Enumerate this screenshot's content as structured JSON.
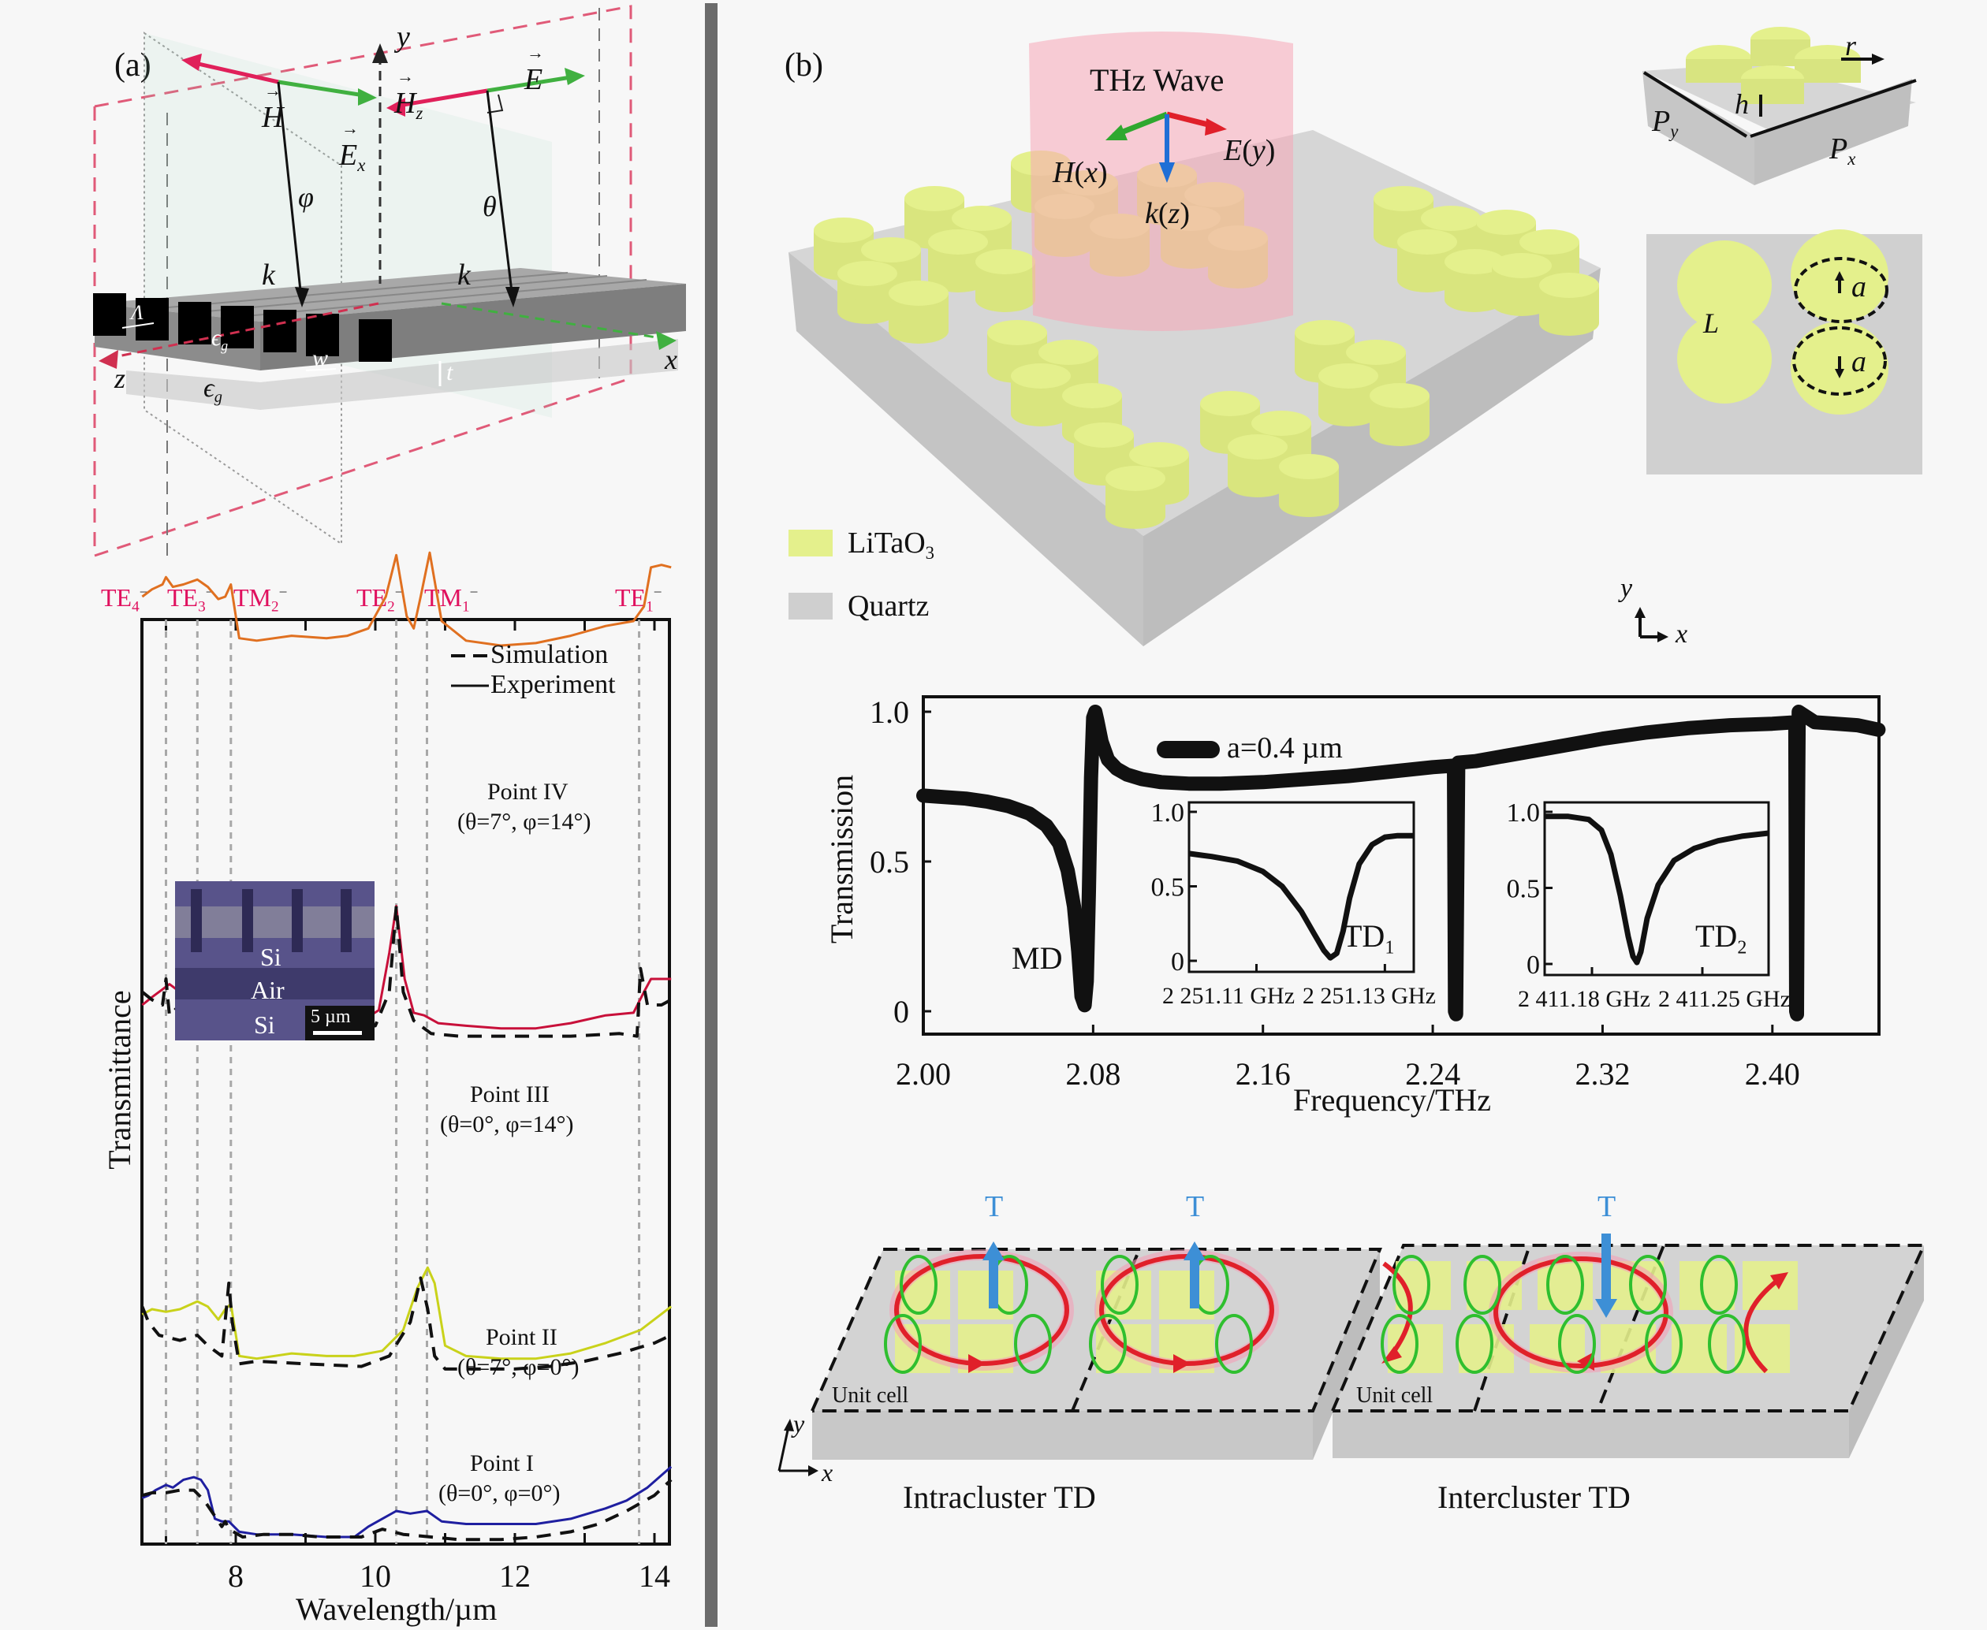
{
  "panel_a": {
    "label": "(a)",
    "schematic": {
      "axis_y": "y",
      "axis_x": "x",
      "axis_z": "z",
      "H": "H",
      "Hz": "H",
      "Hz_sub": "z",
      "E": "E",
      "Ex": "E",
      "Ex_sub": "x",
      "phi": "φ",
      "theta": "θ",
      "k1": "k",
      "k2": "k",
      "Lambda": "Λ",
      "eps_g": "ϵ",
      "eps_g_sub": "g",
      "eps_g2": "ϵ",
      "eps_g2_sub": "g",
      "w": "w",
      "t": "t"
    },
    "mode_labels": [
      {
        "base": "TE",
        "sub": "4",
        "sup": "−",
        "wavelength": 7.0
      },
      {
        "base": "TE",
        "sub": "3",
        "sup": "−",
        "wavelength": 7.45
      },
      {
        "base": "TM",
        "sub": "2",
        "sup": "−",
        "wavelength": 7.93
      },
      {
        "base": "TE",
        "sub": "2",
        "sup": "−",
        "wavelength": 10.3
      },
      {
        "base": "TM",
        "sub": "1",
        "sup": "−",
        "wavelength": 10.74
      },
      {
        "base": "TE",
        "sub": "1",
        "sup": "−",
        "wavelength": 13.78
      }
    ],
    "legend": {
      "simulation": "Simulation",
      "experiment": "Experiment"
    },
    "sem_inset": {
      "si_top": "Si",
      "air": "Air",
      "si_bottom": "Si",
      "scale_bar": "5 µm"
    },
    "colors": {
      "mode_label": "#e0115f",
      "te_highlight": "#fde3ec"
    }
  },
  "chart_data": [
    {
      "type": "line",
      "title": "",
      "xlabel": "Wavelength/µm",
      "ylabel": "Transmittance",
      "xlim": [
        6.66,
        14.24
      ],
      "xticks": [
        8,
        10,
        12,
        14
      ],
      "xtick_labels": [
        "8",
        "10",
        "12",
        "14"
      ],
      "minor_xticks": [
        7,
        9,
        11,
        13
      ],
      "ylim": [
        0,
        1
      ],
      "grid": false,
      "legend_position": "top-right",
      "series": [
        {
          "name": "Point IV",
          "condition": "(θ=7°, φ=14°)",
          "kind": "experiment",
          "color": "#444444",
          "accent": "#e07020",
          "x": [
            6.66,
            6.8,
            6.95,
            7.0,
            7.1,
            7.25,
            7.45,
            7.6,
            7.75,
            7.85,
            7.93,
            8.05,
            8.3,
            8.8,
            9.3,
            9.6,
            9.9,
            10.15,
            10.3,
            10.45,
            10.55,
            10.65,
            10.78,
            10.95,
            11.3,
            11.8,
            12.3,
            12.8,
            13.3,
            13.7,
            13.85,
            13.95,
            14.1,
            14.24
          ],
          "y": [
            0.8,
            0.83,
            0.85,
            0.88,
            0.84,
            0.85,
            0.87,
            0.84,
            0.79,
            0.8,
            0.85,
            0.63,
            0.62,
            0.64,
            0.63,
            0.64,
            0.67,
            0.8,
            0.97,
            0.72,
            0.67,
            0.8,
            0.98,
            0.7,
            0.62,
            0.6,
            0.61,
            0.64,
            0.68,
            0.7,
            0.76,
            0.92,
            0.93,
            0.92
          ]
        },
        {
          "name": "Point III",
          "condition": "(θ=0°, φ=14°)",
          "kind": "experiment",
          "color": "#2a2a2a",
          "accent": "#c8103a",
          "x": [
            6.66,
            6.8,
            6.95,
            7.05,
            7.2,
            7.35,
            7.45,
            7.6,
            7.8,
            8.0,
            8.3,
            8.8,
            9.3,
            9.7,
            10.05,
            10.2,
            10.3,
            10.42,
            10.55,
            10.7,
            10.9,
            11.3,
            11.8,
            12.3,
            12.8,
            13.3,
            13.7,
            13.85,
            13.95,
            14.1,
            14.24
          ],
          "y": [
            0.5,
            0.53,
            0.56,
            0.58,
            0.55,
            0.56,
            0.57,
            0.52,
            0.47,
            0.43,
            0.41,
            0.43,
            0.42,
            0.42,
            0.48,
            0.7,
            0.88,
            0.6,
            0.47,
            0.46,
            0.43,
            0.42,
            0.41,
            0.41,
            0.43,
            0.46,
            0.47,
            0.55,
            0.6,
            0.6,
            0.6
          ]
        },
        {
          "name": "Point III simulation",
          "kind": "simulation",
          "color": "#111111",
          "x": [
            6.66,
            6.8,
            6.95,
            7.0,
            7.05,
            7.2,
            7.4,
            7.45,
            7.55,
            7.7,
            7.9,
            8.1,
            8.5,
            9.0,
            9.5,
            10.0,
            10.2,
            10.3,
            10.4,
            10.55,
            10.8,
            11.2,
            12.0,
            12.8,
            13.5,
            13.75,
            13.8,
            13.9,
            14.1,
            14.24
          ],
          "y": [
            0.55,
            0.52,
            0.5,
            0.6,
            0.46,
            0.5,
            0.52,
            0.44,
            0.49,
            0.4,
            0.38,
            0.4,
            0.4,
            0.4,
            0.4,
            0.42,
            0.55,
            0.88,
            0.55,
            0.44,
            0.39,
            0.38,
            0.38,
            0.38,
            0.39,
            0.38,
            0.64,
            0.5,
            0.5,
            0.52
          ]
        },
        {
          "name": "Point II",
          "condition": "(θ=7°, φ=0°)",
          "kind": "experiment",
          "color": "#5a5a2a",
          "accent": "#c9d21a",
          "x": [
            6.66,
            6.8,
            7.0,
            7.2,
            7.45,
            7.6,
            7.75,
            7.85,
            7.93,
            8.05,
            8.3,
            8.8,
            9.3,
            9.7,
            10.1,
            10.4,
            10.6,
            10.75,
            10.85,
            11.0,
            11.3,
            11.8,
            12.3,
            12.8,
            13.3,
            13.8,
            14.24
          ],
          "y": [
            0.28,
            0.3,
            0.29,
            0.3,
            0.33,
            0.31,
            0.26,
            0.3,
            0.32,
            0.12,
            0.11,
            0.13,
            0.12,
            0.12,
            0.14,
            0.22,
            0.38,
            0.46,
            0.4,
            0.16,
            0.12,
            0.11,
            0.11,
            0.13,
            0.17,
            0.22,
            0.31
          ]
        },
        {
          "name": "Point II simulation",
          "kind": "simulation",
          "color": "#111111",
          "x": [
            6.66,
            6.75,
            6.9,
            7.2,
            7.45,
            7.6,
            7.8,
            7.9,
            7.95,
            8.05,
            8.3,
            9.0,
            9.8,
            10.2,
            10.5,
            10.65,
            10.75,
            10.85,
            11.0,
            11.5,
            12.0,
            12.5,
            13.0,
            13.5,
            14.0,
            14.24
          ],
          "y": [
            0.31,
            0.25,
            0.2,
            0.18,
            0.2,
            0.16,
            0.12,
            0.4,
            0.25,
            0.09,
            0.1,
            0.09,
            0.08,
            0.12,
            0.25,
            0.42,
            0.3,
            0.12,
            0.07,
            0.07,
            0.07,
            0.08,
            0.1,
            0.13,
            0.17,
            0.2
          ]
        },
        {
          "name": "Point I",
          "condition": "(θ=0°, φ=0°)",
          "kind": "experiment",
          "color": "#1f1fa0",
          "accent": "#1f1fa0",
          "x": [
            6.66,
            6.75,
            6.85,
            7.0,
            7.1,
            7.25,
            7.4,
            7.5,
            7.6,
            7.7,
            7.8,
            7.9,
            8.05,
            8.3,
            8.8,
            9.3,
            9.7,
            9.9,
            10.1,
            10.3,
            10.5,
            10.74,
            10.95,
            11.3,
            11.8,
            12.3,
            12.8,
            13.3,
            13.6,
            13.9,
            14.24
          ],
          "y": [
            0.15,
            0.16,
            0.18,
            0.2,
            0.19,
            0.22,
            0.23,
            0.22,
            0.18,
            0.07,
            0.06,
            0.06,
            0.02,
            0.01,
            0.01,
            0.0,
            0.0,
            0.04,
            0.07,
            0.1,
            0.09,
            0.1,
            0.06,
            0.05,
            0.05,
            0.05,
            0.07,
            0.11,
            0.14,
            0.19,
            0.27
          ]
        },
        {
          "name": "Point I simulation",
          "kind": "simulation",
          "color": "#111111",
          "x": [
            6.66,
            6.8,
            7.0,
            7.2,
            7.4,
            7.55,
            7.7,
            7.8,
            7.85,
            7.9,
            8.1,
            8.4,
            8.8,
            9.2,
            9.8,
            10.1,
            10.4,
            10.8,
            11.2,
            11.8,
            12.3,
            12.8,
            13.2,
            13.6,
            14.0,
            14.24
          ],
          "y": [
            0.16,
            0.17,
            0.17,
            0.18,
            0.18,
            0.14,
            0.08,
            0.04,
            0.06,
            0.03,
            0.0,
            0.01,
            0.01,
            0.0,
            0.0,
            0.03,
            0.01,
            0.0,
            -0.01,
            -0.01,
            0.0,
            0.02,
            0.05,
            0.1,
            0.16,
            0.22
          ]
        }
      ],
      "annotations": [
        {
          "text": "Point IV",
          "sub": "(θ=7°, φ=14°)"
        },
        {
          "text": "Point III",
          "sub": "(θ=0°, φ=14°)"
        },
        {
          "text": "Point II",
          "sub": "(θ=7°, φ=0°)"
        },
        {
          "text": "Point I",
          "sub": "(θ=0°, φ=0°)"
        }
      ]
    },
    {
      "type": "line",
      "title": "",
      "xlabel": "Frequency/THz",
      "ylabel": "Transmission",
      "xlim": [
        2.0,
        2.45
      ],
      "ylim": [
        -0.05,
        1.08
      ],
      "xticks": [
        2.0,
        2.08,
        2.16,
        2.24,
        2.32,
        2.4
      ],
      "xtick_labels": [
        "2.00",
        "2.08",
        "2.16",
        "2.24",
        "2.32",
        "2.40"
      ],
      "yticks": [
        0,
        0.5,
        1.0
      ],
      "ytick_labels": [
        "0",
        "0.5",
        "1.0"
      ],
      "grid": false,
      "legend_position": "top-left",
      "legend": "a=0.4 µm",
      "series": [
        {
          "name": "a=0.4 µm",
          "x": [
            2.0,
            2.01,
            2.02,
            2.03,
            2.04,
            2.05,
            2.058,
            2.064,
            2.068,
            2.071,
            2.073,
            2.0745,
            2.076,
            2.077,
            2.078,
            2.079,
            2.08,
            2.081,
            2.082,
            2.084,
            2.087,
            2.091,
            2.096,
            2.103,
            2.112,
            2.125,
            2.14,
            2.16,
            2.18,
            2.2,
            2.22,
            2.24,
            2.25,
            2.2505,
            2.251,
            2.2515,
            2.252,
            2.26,
            2.28,
            2.3,
            2.32,
            2.34,
            2.36,
            2.38,
            2.4,
            2.4108,
            2.4112,
            2.4116,
            2.412,
            2.4124,
            2.42,
            2.43,
            2.44,
            2.45
          ],
          "y": [
            0.72,
            0.715,
            0.71,
            0.7,
            0.685,
            0.66,
            0.62,
            0.56,
            0.47,
            0.35,
            0.2,
            0.05,
            0.02,
            0.1,
            0.4,
            0.78,
            0.98,
            1.0,
            0.97,
            0.9,
            0.84,
            0.81,
            0.79,
            0.775,
            0.765,
            0.76,
            0.76,
            0.765,
            0.775,
            0.785,
            0.8,
            0.815,
            0.82,
            0.0,
            -0.01,
            0.4,
            0.83,
            0.835,
            0.86,
            0.885,
            0.91,
            0.93,
            0.945,
            0.955,
            0.96,
            0.965,
            0.0,
            -0.01,
            0.6,
            1.0,
            0.965,
            0.96,
            0.955,
            0.94
          ]
        }
      ],
      "annotations": [
        {
          "text": "MD"
        }
      ],
      "insets": [
        {
          "label": "TD",
          "label_sub": "1",
          "xtick_labels": [
            "2 251.11 GHz",
            "2 251.13 GHz"
          ],
          "ytick_labels": [
            "1.0",
            "0.5",
            "0"
          ],
          "xlim": [
            2251.0995,
            2251.1345
          ],
          "ylim": [
            -0.04,
            1.07
          ],
          "xticks": [
            2251.11,
            2251.13
          ],
          "x": [
            2251.0995,
            2251.103,
            2251.107,
            2251.111,
            2251.114,
            2251.117,
            2251.119,
            2251.1205,
            2251.1215,
            2251.1225,
            2251.1235,
            2251.1245,
            2251.126,
            2251.128,
            2251.13,
            2251.132,
            2251.1345
          ],
          "y": [
            0.72,
            0.7,
            0.67,
            0.6,
            0.5,
            0.33,
            0.18,
            0.07,
            0.02,
            0.05,
            0.2,
            0.42,
            0.65,
            0.78,
            0.83,
            0.84,
            0.84
          ]
        },
        {
          "label": "TD",
          "label_sub": "2",
          "xtick_labels": [
            "2 411.18 GHz",
            "2 411.25 GHz"
          ],
          "ytick_labels": [
            "1.0",
            "0.5",
            "0"
          ],
          "xlim": [
            2411.15,
            2411.292
          ],
          "ylim": [
            -0.04,
            1.07
          ],
          "xticks": [
            2411.18,
            2411.25
          ],
          "x": [
            2411.15,
            2411.165,
            2411.178,
            2411.186,
            2411.192,
            2411.198,
            2411.203,
            2411.206,
            2411.2085,
            2411.211,
            2411.215,
            2411.222,
            2411.232,
            2411.245,
            2411.26,
            2411.275,
            2411.292
          ],
          "y": [
            0.97,
            0.97,
            0.95,
            0.88,
            0.72,
            0.45,
            0.18,
            0.05,
            0.01,
            0.08,
            0.3,
            0.52,
            0.68,
            0.76,
            0.81,
            0.84,
            0.86
          ]
        }
      ]
    }
  ],
  "panel_b": {
    "label": "(b)",
    "thz_wave": "THz Wave",
    "h_field": "H",
    "h_axis": "x",
    "e_field": "E",
    "e_axis": "y",
    "k_field": "k",
    "k_axis": "z",
    "legend": [
      {
        "name": "LiTaO",
        "sub": "3",
        "color": "#e4f08c"
      },
      {
        "name": "Quartz",
        "sub": "",
        "color": "#cfcfcf"
      }
    ],
    "unit_cell_3d": {
      "r": "r",
      "h": "h",
      "Py": "P",
      "Py_sub": "y",
      "Px": "P",
      "Px_sub": "x"
    },
    "top_view": {
      "L": "L",
      "a_up": "a",
      "a_down": "a",
      "axis_y": "y",
      "axis_x": "x"
    },
    "td_schematics": {
      "toroid_label": "T",
      "unit_cell": "Unit cell",
      "axis_y": "y",
      "axis_x": "x",
      "intracluster": "Intracluster TD",
      "intercluster": "Intercluster TD"
    },
    "colors": {
      "pillar": "#e4f08c",
      "substrate": "#d2d2d2",
      "beam": "#f6b6c4",
      "toroid": "#3d8fd6",
      "current": "#e0202a",
      "loop": "#2fbf2f"
    }
  }
}
